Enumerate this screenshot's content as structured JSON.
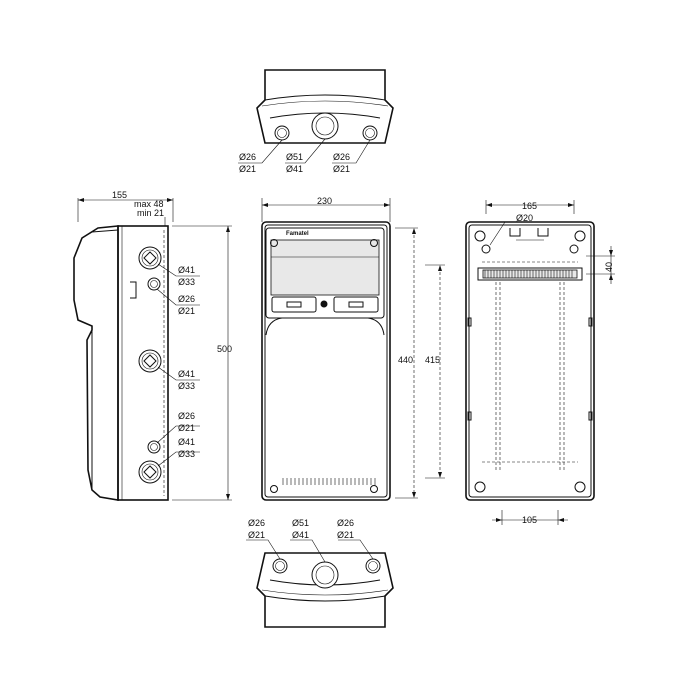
{
  "top_view": {
    "hole_left": {
      "d1": "Ø26",
      "d2": "Ø21"
    },
    "hole_center": {
      "d1": "Ø51",
      "d2": "Ø41"
    },
    "hole_right": {
      "d1": "Ø26",
      "d2": "Ø21"
    }
  },
  "bottom_view": {
    "hole_left": {
      "d1": "Ø26",
      "d2": "Ø21"
    },
    "hole_center": {
      "d1": "Ø51",
      "d2": "Ø41"
    },
    "hole_right": {
      "d1": "Ø26",
      "d2": "Ø21"
    }
  },
  "side_view": {
    "depth": "155",
    "max_label": "max 48",
    "min_label": "min 21",
    "height": "500",
    "holes": [
      {
        "d1": "Ø41",
        "d2": "Ø33"
      },
      {
        "d1": "Ø26",
        "d2": "Ø21"
      },
      {
        "d1": "Ø41",
        "d2": "Ø33"
      },
      {
        "d1": "Ø26",
        "d2": "Ø21"
      },
      {
        "d1": "Ø41",
        "d2": "Ø33"
      }
    ]
  },
  "front_view": {
    "width": "230",
    "brand": "Famatel",
    "inner_height": "440"
  },
  "back_view": {
    "outer_height": "415",
    "width_top": "165",
    "hole": "Ø20",
    "rail_offset": "40",
    "width_bottom": "105"
  }
}
